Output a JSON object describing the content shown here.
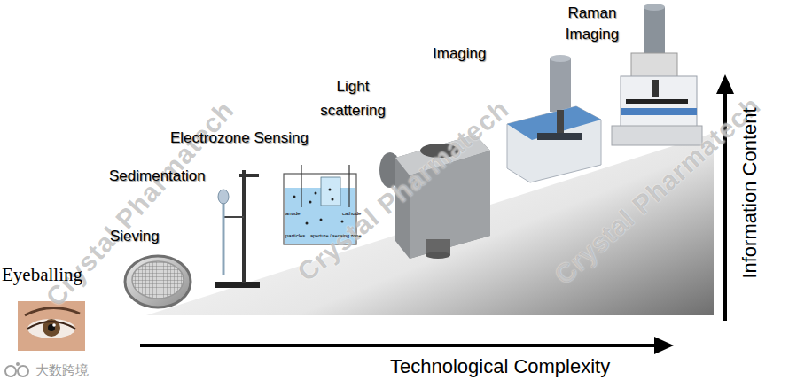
{
  "diagram": {
    "labels": [
      "Eyeballing",
      "Sieving",
      "Sedimentation",
      "Electrozone Sensing",
      "Light scattering",
      "Imaging",
      "Raman Imaging",
      "Technological Complexity",
      "Information Content",
      "anode",
      "cathode",
      "particles",
      "aperture / sensing zone",
      "Crystal Pharmatech",
      "Crystal Pharmatech",
      "Crystal Pharmatech",
      "大数跨境"
    ]
  }
}
